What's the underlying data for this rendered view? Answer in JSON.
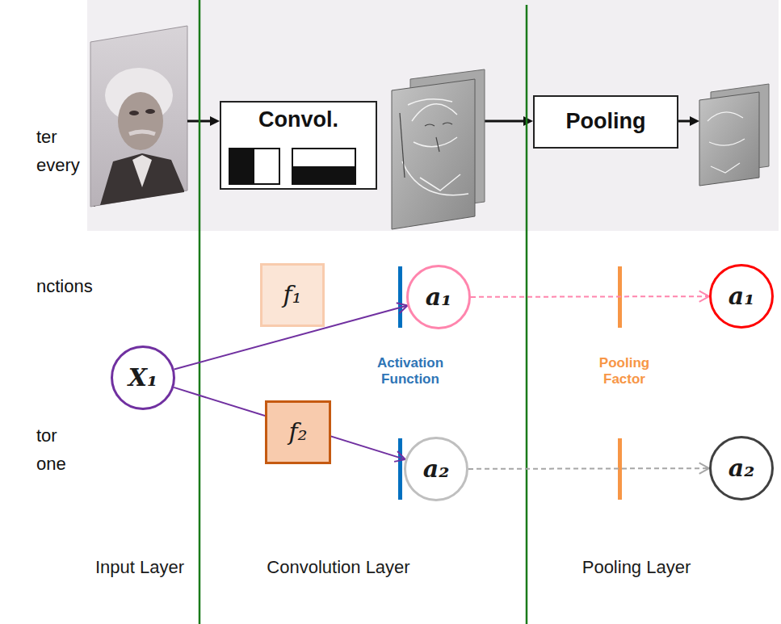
{
  "diagram": {
    "nodes": [
      {
        "text": [
          "Convol."
        ]
      },
      {
        "text": [
          "Pooling"
        ]
      },
      {
        "text": [
          "X₁"
        ]
      },
      {
        "text": [
          "f₁"
        ]
      },
      {
        "text": [
          "a₁"
        ]
      },
      {
        "text": [
          "f₂"
        ]
      },
      {
        "text": [
          "a₂"
        ]
      },
      {
        "text": [
          "a₁"
        ]
      },
      {
        "text": [
          "a₂"
        ]
      }
    ],
    "edges": [
      {
        "from": 2,
        "to": 4,
        "arrow": "to"
      },
      {
        "from": 2,
        "to": 6,
        "arrow": "to"
      },
      {
        "from": 4,
        "to": 7,
        "arrow": "to"
      },
      {
        "from": 6,
        "to": 8,
        "arrow": "to"
      }
    ],
    "labels": [
      "ter",
      "every",
      "nctions",
      "tor",
      "one",
      "Activation Function",
      "Pooling Factor",
      "Input Layer",
      "Convolution Layer",
      "Pooling Layer"
    ]
  }
}
